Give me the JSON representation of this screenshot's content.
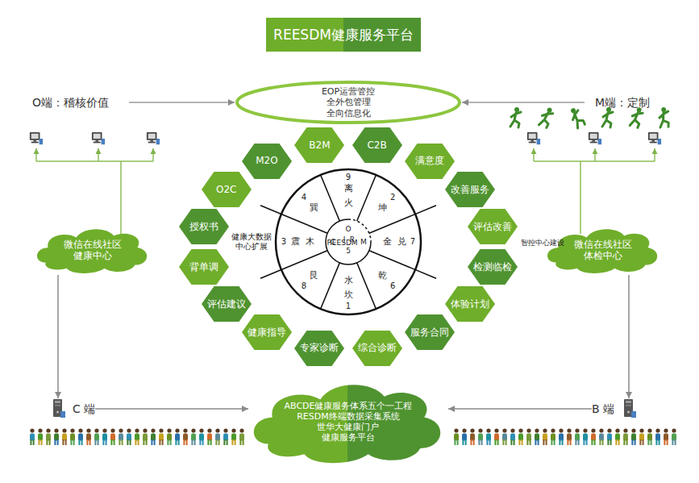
{
  "diagram": {
    "title": "REESDM健康服务平台",
    "nodes": [
      {
        "text": [
          "EOP运营管控 全外包管理 全向信息化"
        ]
      },
      {
        "text": [
          "B2M"
        ]
      },
      {
        "text": [
          "C2B"
        ]
      },
      {
        "text": [
          "满意度"
        ]
      },
      {
        "text": [
          "改善服务"
        ]
      },
      {
        "text": [
          "评估改善"
        ]
      },
      {
        "text": [
          "检测临检"
        ]
      },
      {
        "text": [
          "体验计划"
        ]
      },
      {
        "text": [
          "服务合同"
        ]
      },
      {
        "text": [
          "综合诊断"
        ]
      },
      {
        "text": [
          "专家诊断"
        ]
      },
      {
        "text": [
          "健康指导"
        ]
      },
      {
        "text": [
          "评估建议"
        ]
      },
      {
        "text": [
          "背单调"
        ]
      },
      {
        "text": [
          "授权书"
        ]
      },
      {
        "text": [
          "O2C"
        ]
      },
      {
        "text": [
          "M2O"
        ]
      },
      {
        "text": [
          "微信在线社区 健康中心"
        ]
      },
      {
        "text": [
          "微信在线社区 体检中心"
        ]
      },
      {
        "text": [
          "C 端"
        ]
      },
      {
        "text": [
          "ABCDE健康服务体系五个一工程 RESDM终端数据采集系统 世华大健康门户 健康服务平台"
        ]
      },
      {
        "text": [
          "B 端"
        ]
      }
    ],
    "edges": [
      {
        "from": 17,
        "to": 19,
        "arrow": "to"
      },
      {
        "from": 19,
        "to": 20,
        "arrow": "to"
      },
      {
        "from": 18,
        "to": 21,
        "arrow": "to"
      },
      {
        "from": 21,
        "to": 20,
        "arrow": "to"
      }
    ],
    "labels": [
      "O端：稽核价值",
      "M端：定制",
      "健康大数据中心扩展",
      "REESDM 智控中心建设",
      "9",
      "离",
      "火",
      "2",
      "坤",
      "7",
      "兑",
      "金",
      "6",
      "乾",
      "1",
      "坎",
      "水",
      "8",
      "艮",
      "3",
      "震",
      "木",
      "4",
      "巽",
      "O",
      "M",
      "C",
      "I",
      "R",
      "5"
    ]
  }
}
